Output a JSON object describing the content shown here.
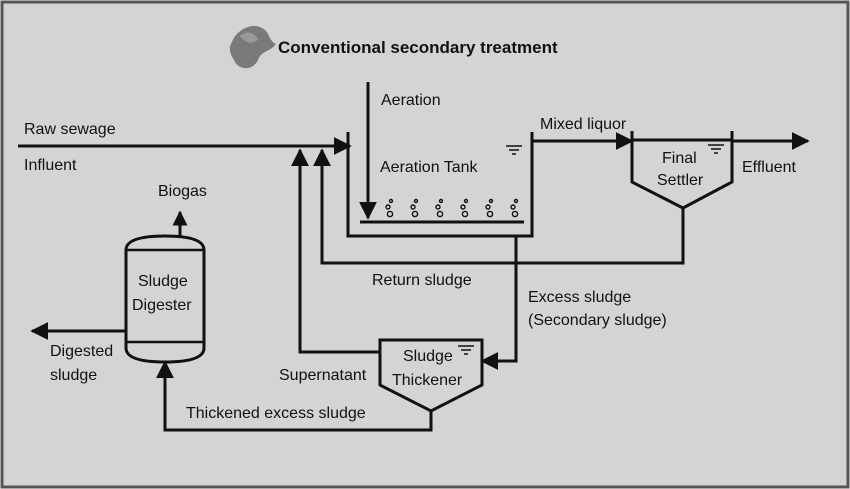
{
  "title": "Conventional secondary treatment",
  "colors": {
    "background": "#d4d4d4",
    "line": "#111111",
    "frame": "#555555"
  },
  "labels": {
    "aeration": "Aeration",
    "raw_sewage": "Raw sewage",
    "influent": "Influent",
    "mixed_liquor": "Mixed liquor",
    "aeration_tank": "Aeration Tank",
    "final_settler_1": "Final",
    "final_settler_2": "Settler",
    "effluent": "Effluent",
    "biogas": "Biogas",
    "sludge_digester_1": "Sludge",
    "sludge_digester_2": "Digester",
    "return_sludge": "Return sludge",
    "excess_sludge_1": "Excess sludge",
    "excess_sludge_2": "(Secondary sludge)",
    "digested_sludge_1": "Digested",
    "digested_sludge_2": "sludge",
    "supernatant": "Supernatant",
    "sludge_thickener_1": "Sludge",
    "sludge_thickener_2": "Thickener",
    "thickened_excess_sludge": "Thickened excess sludge"
  }
}
